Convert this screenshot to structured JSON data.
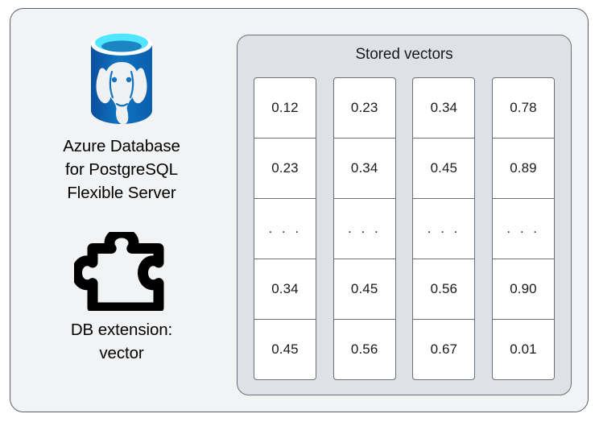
{
  "card": {
    "background_color": "#F2F3F5",
    "border_color": "#5A5E66"
  },
  "left_panel": {
    "logo_icon": "azure-postgresql-database-icon",
    "logo_colors": {
      "cylinder_top": "#50E6FF",
      "cylinder_inner": "#1C86C4",
      "cylinder_body_light": "#0F7BC0",
      "cylinder_body_dark": "#0A4F9E",
      "elephant": "#F0F1F2"
    },
    "product_label_lines": [
      "Azure Database",
      "for PostgreSQL",
      "Flexible Server"
    ],
    "extension_icon": "puzzle-piece-icon",
    "extension_icon_color": "#000000",
    "extension_label_lines": [
      "DB extension:",
      "vector"
    ]
  },
  "vectors_panel": {
    "title": "Stored vectors",
    "background_color": "#DEE2E7",
    "border_color": "#6A6E76",
    "cell_background": "#FFFFFF",
    "ellipsis": ". . .",
    "columns": [
      {
        "name": "vector-column-1",
        "cells": [
          "0.12",
          "0.23",
          ". . .",
          "0.34",
          "0.45"
        ]
      },
      {
        "name": "vector-column-2",
        "cells": [
          "0.23",
          "0.34",
          ". . .",
          "0.45",
          "0.56"
        ]
      },
      {
        "name": "vector-column-3",
        "cells": [
          "0.34",
          "0.45",
          ". . .",
          "0.56",
          "0.67"
        ]
      },
      {
        "name": "vector-column-4",
        "cells": [
          "0.78",
          "0.89",
          ". . .",
          "0.90",
          "0.01"
        ]
      }
    ]
  }
}
